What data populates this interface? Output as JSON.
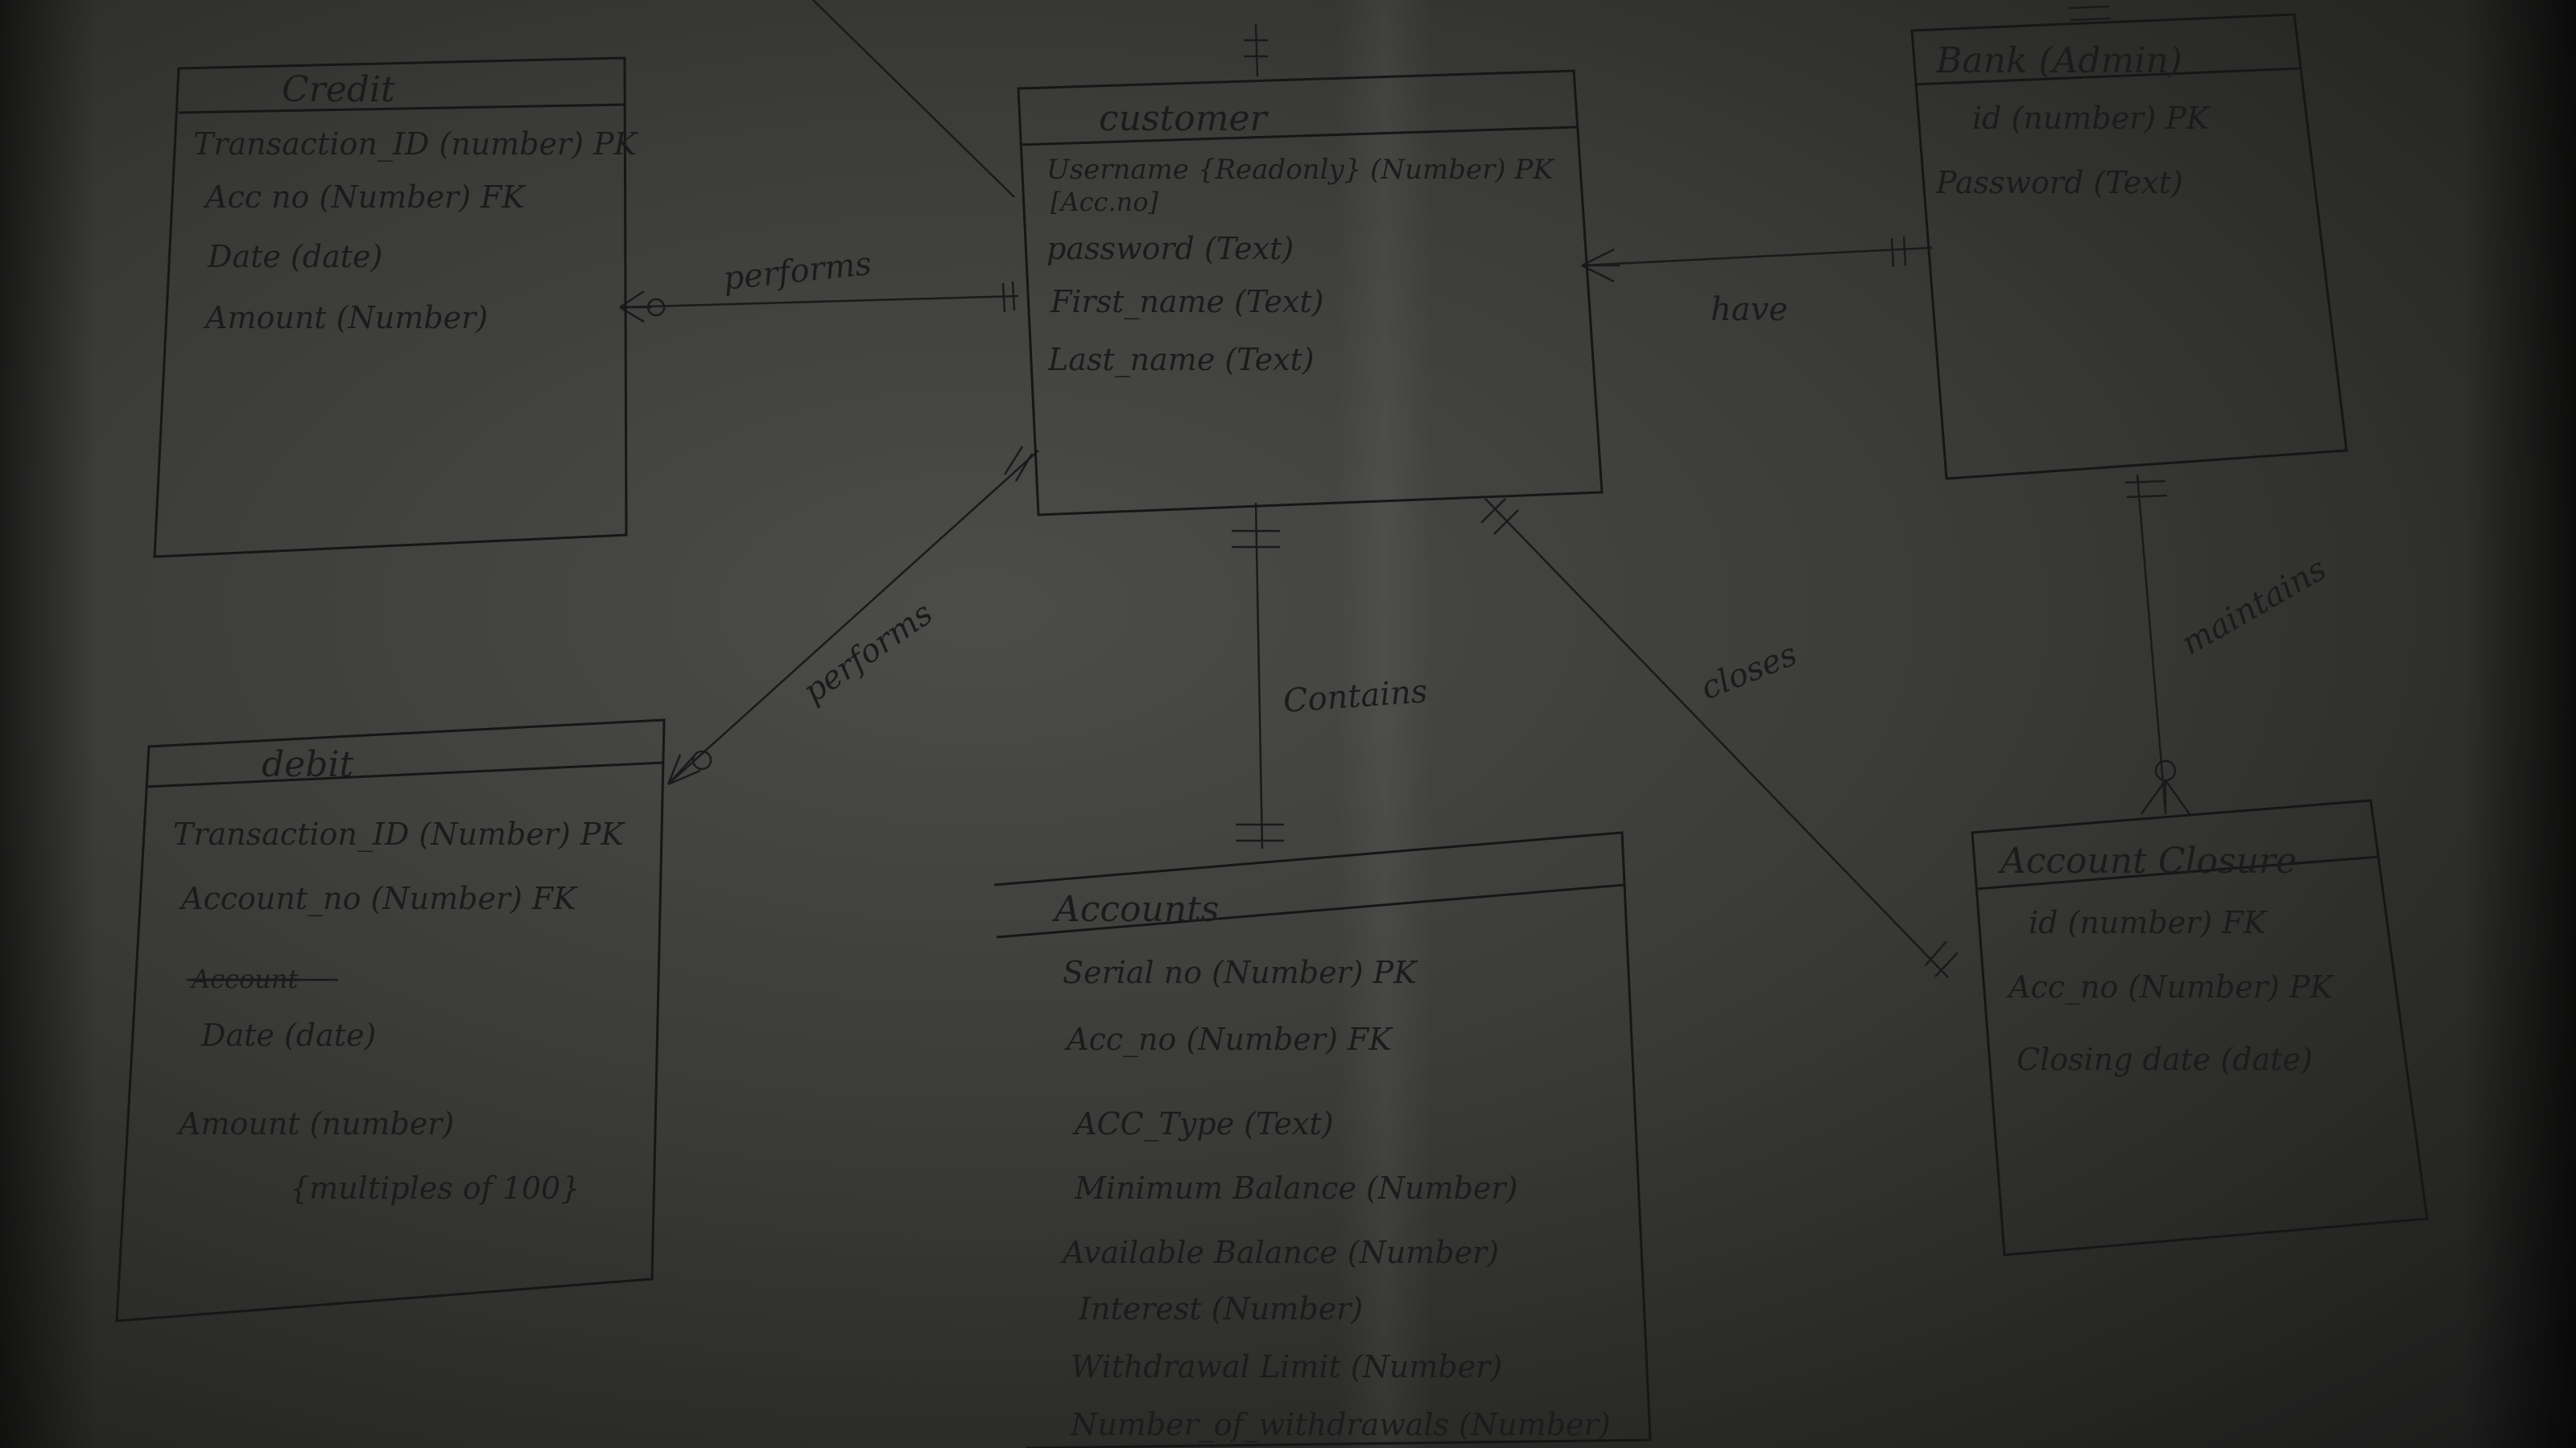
{
  "entities": [
    {
      "id": "credit",
      "title": "Credit",
      "attributes": [
        "Transaction_ID (number) PK",
        "Acc no (Number) FK",
        "Date (date)",
        "Amount (Number)"
      ]
    },
    {
      "id": "customer",
      "title": "customer",
      "attributes": [
        "Username {Readonly} (Number) PK",
        "[Acc.no]",
        "password (Text)",
        "First_name (Text)",
        "Last_name (Text)"
      ]
    },
    {
      "id": "bank",
      "title": "Bank (Admin)",
      "attributes": [
        "id (number) PK",
        "Password (Text)"
      ]
    },
    {
      "id": "debit",
      "title": "debit",
      "attributes": [
        "Transaction_ID (Number) PK",
        "Account_no (Number) FK",
        "Account",
        "Date (date)",
        "Amount (number)",
        "{multiples of 100}"
      ]
    },
    {
      "id": "accounts",
      "title": "Accounts",
      "attributes": [
        "Serial no (Number) PK",
        "Acc_no (Number) FK",
        "ACC_Type (Text)",
        "Minimum Balance (Number)",
        "Available Balance (Number)",
        "Interest (Number)",
        "Withdrawal Limit (Number)",
        "Number_of_withdrawals (Number)"
      ]
    },
    {
      "id": "closure",
      "title": "Account Closure",
      "attributes": [
        "id (number) FK",
        "Acc_no (Number) PK",
        "Closing date (date)"
      ]
    }
  ],
  "relationships": [
    {
      "id": "credit-customer",
      "label": "performs"
    },
    {
      "id": "debit-customer",
      "label": "performs"
    },
    {
      "id": "customer-bank",
      "label": "have"
    },
    {
      "id": "customer-accounts",
      "label": "Contains"
    },
    {
      "id": "customer-closure",
      "label": "closes"
    },
    {
      "id": "bank-closure",
      "label": "maintains"
    }
  ]
}
